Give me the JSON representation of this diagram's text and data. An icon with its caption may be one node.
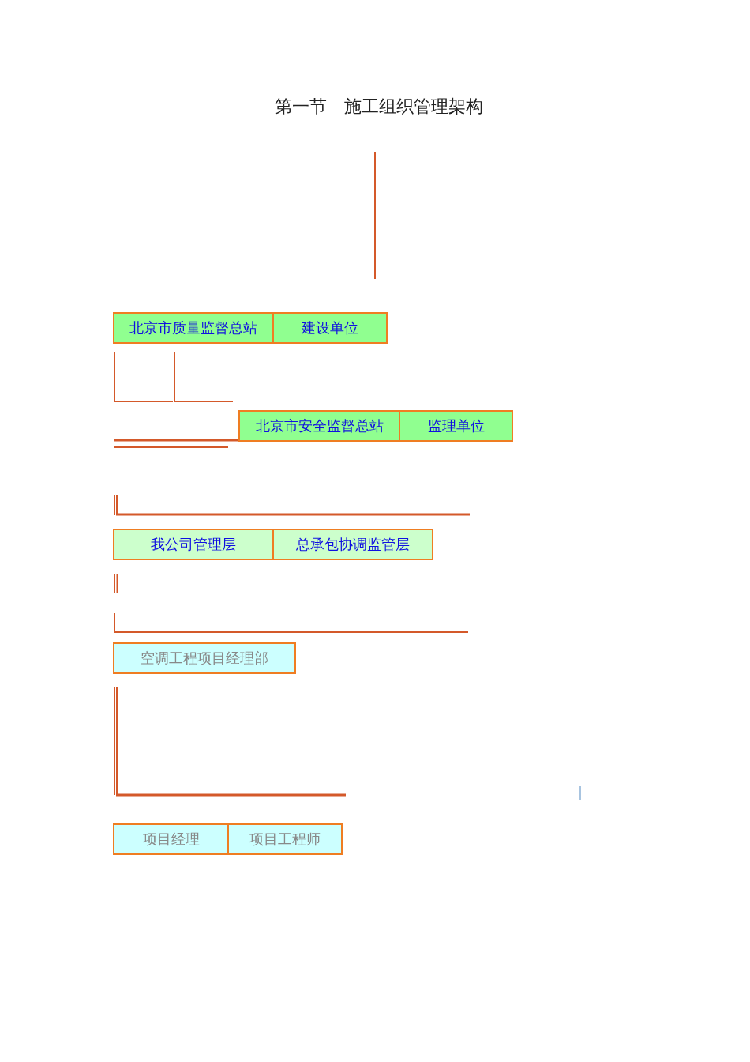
{
  "diagram": {
    "title": "第一节　施工组织管理架构",
    "nodes": [
      {
        "text": [
          "北京市质量监督总站"
        ]
      },
      {
        "text": [
          "建设单位"
        ]
      },
      {
        "text": [
          "北京市安全监督总站"
        ]
      },
      {
        "text": [
          "监理单位"
        ]
      },
      {
        "text": [
          "我公司管理层"
        ]
      },
      {
        "text": [
          "总承包协调监管层"
        ]
      },
      {
        "text": [
          "空调工程项目经理部"
        ]
      },
      {
        "text": [
          "项目经理"
        ]
      },
      {
        "text": [
          "项目工程师"
        ]
      }
    ],
    "edges": []
  }
}
